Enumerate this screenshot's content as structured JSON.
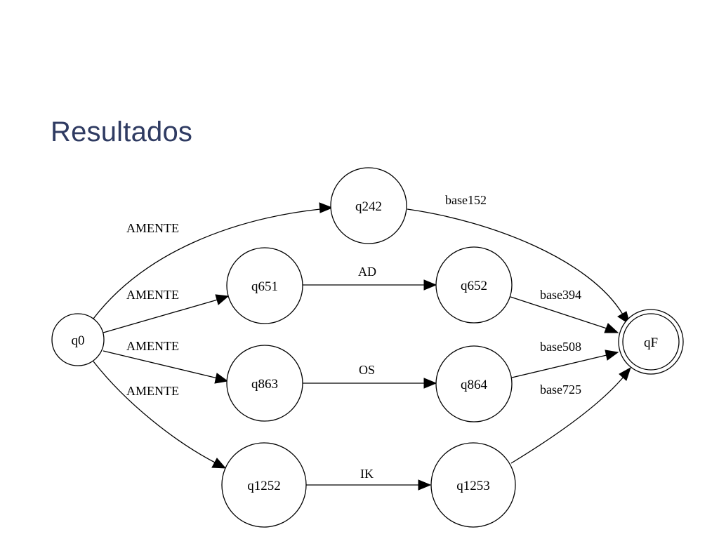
{
  "slide": {
    "title": "Resultados"
  },
  "diagram": {
    "nodes": {
      "q0": "q0",
      "q242": "q242",
      "q651": "q651",
      "q863": "q863",
      "q1252": "q1252",
      "q652": "q652",
      "q864": "q864",
      "q1253": "q1253",
      "qF": "qF"
    },
    "edges": {
      "q0_q242": "AMENTE",
      "q0_q651": "AMENTE",
      "q0_q863": "AMENTE",
      "q0_q1252": "AMENTE",
      "q651_q652": "AD",
      "q863_q864": "OS",
      "q1252_q1253": "IK",
      "q242_qF": "base152",
      "q652_qF": "base394",
      "q864_qF": "base508",
      "q1253_qF": "base725"
    },
    "final_state": "qF",
    "initial_state": "q0"
  }
}
